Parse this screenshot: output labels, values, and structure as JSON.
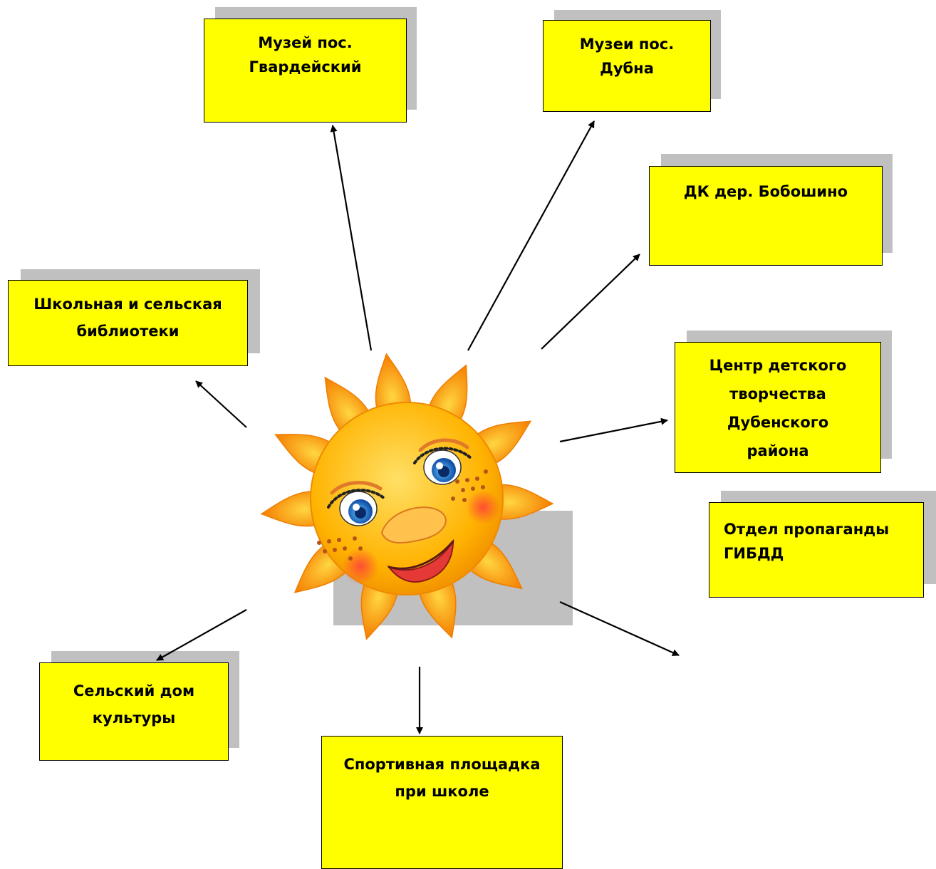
{
  "nodes": [
    {
      "id": "museum-gvardeysky",
      "lines": [
        "Музей пос.",
        "Гвардейский"
      ]
    },
    {
      "id": "museum-dubna",
      "lines": [
        "Музеи пос.",
        "Дубна"
      ]
    },
    {
      "id": "dk-boboshino",
      "lines": [
        "ДК дер. Бобошино"
      ]
    },
    {
      "id": "center-children",
      "lines": [
        "Центр детского",
        "творчества",
        "Дубенского",
        "района"
      ]
    },
    {
      "id": "gibdd",
      "lines": [
        "Отдел пропаганды",
        "ГИБДД"
      ]
    },
    {
      "id": "sports-ground",
      "lines": [
        "Спортивная площадка",
        "при школе"
      ]
    },
    {
      "id": "village-culture-house",
      "lines": [
        "Сельский дом",
        "культуры"
      ]
    },
    {
      "id": "libraries",
      "lines": [
        "Школьная и сельская",
        "библиотеки"
      ]
    }
  ],
  "colors": {
    "box_fill": "#ffff00",
    "box_shadow": "#c0c0c0",
    "arrow": "#000000",
    "sun": "#ffa726"
  },
  "center": {
    "icon": "smiling-sun-icon"
  }
}
